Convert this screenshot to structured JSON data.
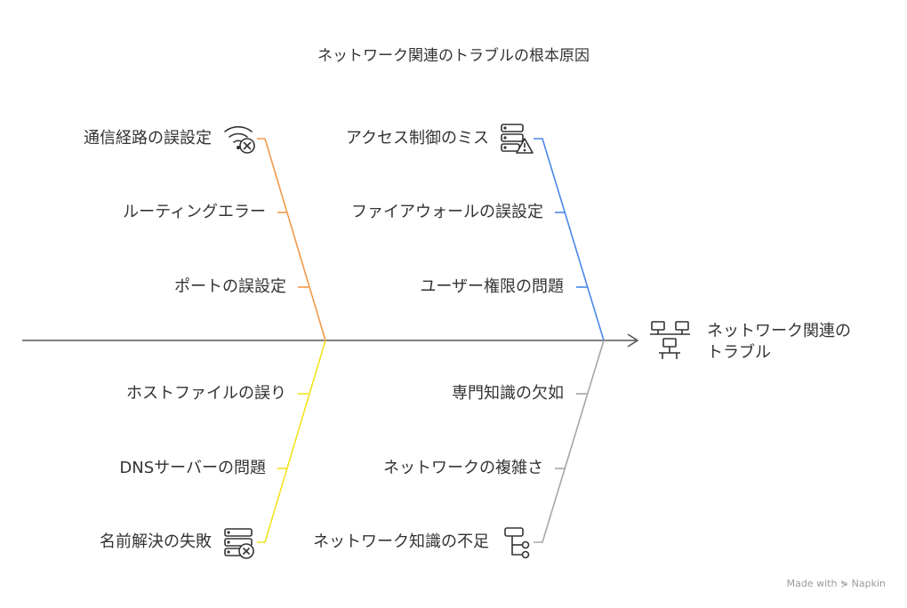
{
  "title": "ネットワーク関連のトラブルの根本原因",
  "effect": {
    "line1": "ネットワーク関連の",
    "line2": "トラブル",
    "icon": "network-computers-icon"
  },
  "branches": {
    "top_left": {
      "color": "#F2994A",
      "causes": [
        "通信経路の誤設定",
        "ルーティングエラー",
        "ポートの誤設定"
      ],
      "icon": "wifi-error-icon"
    },
    "top_right": {
      "color": "#4A86E8",
      "causes": [
        "アクセス制御のミス",
        "ファイアウォールの誤設定",
        "ユーザー権限の問題"
      ],
      "icon": "server-warning-icon"
    },
    "bottom_left": {
      "color": "#F2E21B",
      "causes": [
        "ホストファイルの誤り",
        "DNSサーバーの問題",
        "名前解決の失敗"
      ],
      "icon": "server-error-icon"
    },
    "bottom_right": {
      "color": "#A6A6A6",
      "causes": [
        "専門知識の欠如",
        "ネットワークの複雑さ",
        "ネットワーク知識の不足"
      ],
      "icon": "hierarchy-icon"
    }
  },
  "spine_color": "#555555",
  "credit": "Made with ⋟ Napkin"
}
